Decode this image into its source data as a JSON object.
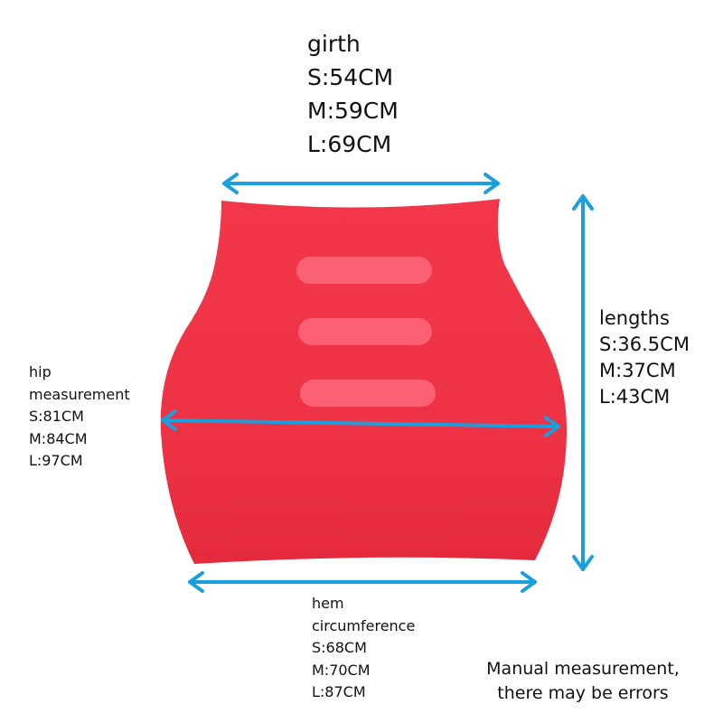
{
  "colors": {
    "garment": "#f2374a",
    "garment_shadow": "#e42a3d",
    "stripe": "#ff6f82",
    "arrow": "#1b9fdc",
    "text": "#111111",
    "background": "#ffffff"
  },
  "girth": {
    "title": "girth",
    "sizes": [
      "S:54CM",
      "M:59CM",
      "L:69CM"
    ]
  },
  "lengths": {
    "title": "lengths",
    "sizes": [
      "S:36.5CM",
      "M:37CM",
      "L:43CM"
    ]
  },
  "hip": {
    "title_line1": "hip",
    "title_line2": "measurement",
    "sizes": [
      "S:81CM",
      "M:84CM",
      "L:97CM"
    ]
  },
  "hem": {
    "title_line1": "hem",
    "title_line2": "circumference",
    "sizes": [
      "S:68CM",
      "M:70CM",
      "L:87CM"
    ]
  },
  "note": {
    "line1": "Manual measurement,",
    "line2": "there may be errors"
  }
}
